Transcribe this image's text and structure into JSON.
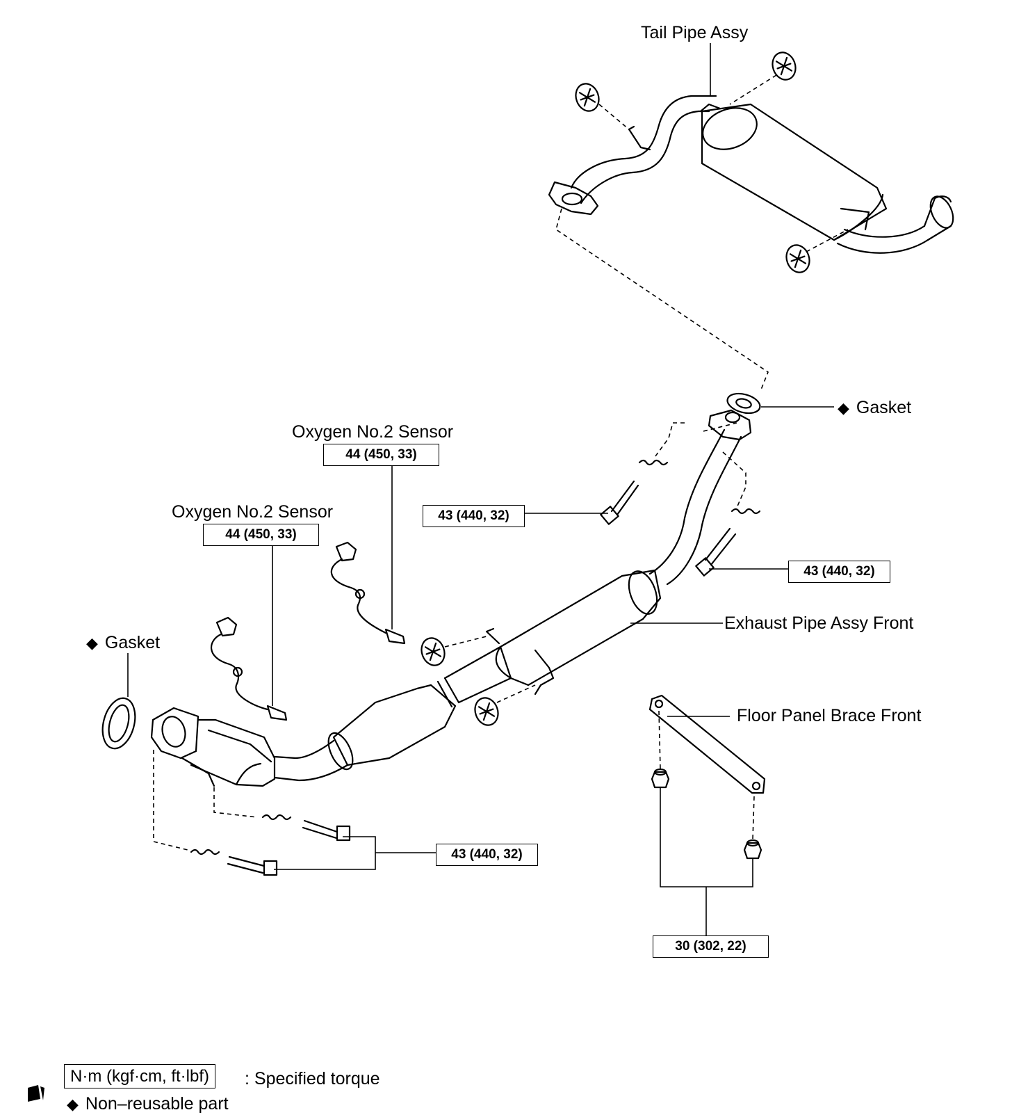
{
  "labels": {
    "tail_pipe": "Tail Pipe Assy",
    "gasket_upper": "Gasket",
    "gasket_lower": "Gasket",
    "o2_sensor_upper": "Oxygen No.2 Sensor",
    "o2_sensor_lower": "Oxygen No.2 Sensor",
    "exhaust_front": "Exhaust Pipe Assy Front",
    "floor_brace": "Floor Panel Brace Front"
  },
  "torques": {
    "o2_upper": "44 (450, 33)",
    "o2_lower": "44 (450, 33)",
    "flange_left_bolt": "43 (440, 32)",
    "flange_right_bolt": "43 (440, 32)",
    "manifold_bolts": "43 (440, 32)",
    "brace_nuts": "30 (302, 22)"
  },
  "legend": {
    "torque_unit": "N·m (kgf·cm, ft·lbf)",
    "torque_desc": ": Specified torque",
    "nonreusable_desc": "Non–reusable part",
    "diamond": "◆"
  },
  "colors": {
    "ink": "#000000",
    "paper": "#ffffff"
  }
}
